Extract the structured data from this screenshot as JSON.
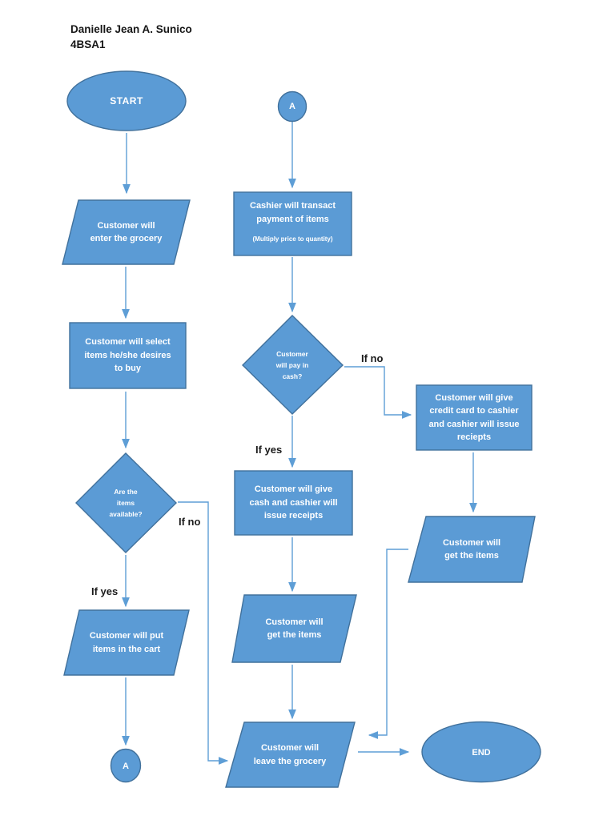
{
  "page": {
    "author": "Danielle Jean A. Sunico\n4BSA1"
  },
  "colors": {
    "shape_fill": "#5b9bd5",
    "shape_border": "#41719c",
    "connector": "#5e9ed6",
    "shape_text": "#ffffff",
    "label_text": "#1b1b1b"
  },
  "nodes": {
    "start": "START",
    "connector_a_top": "A",
    "enter_grocery": "Customer will\nenter the grocery",
    "transact_payment_main": "Cashier will transact\npayment of items",
    "transact_payment_note": "(Multiply price to quantity)",
    "select_items": "Customer will select\nitems he/she desires\nto buy",
    "pay_in_cash": "Customer\nwill pay in\ncash?",
    "give_credit_card": "Customer will give\ncredit card to cashier\nand cashier will issue\nreciepts",
    "give_cash": "Customer will give\ncash and cashier will\nissue receipts",
    "items_available": "Are the\nitems\navailable?",
    "put_items_in_cart": "Customer will put\nitems in the cart",
    "get_items_mid": "Customer will\nget the items",
    "get_items_right": "Customer will\nget the items",
    "leave_grocery": "Customer will\nleave the grocery",
    "end": "END",
    "connector_a_bottom": "A"
  },
  "edge_labels": {
    "pay_no": "If no",
    "pay_yes": "If yes",
    "available_no": "If no",
    "available_yes": "If yes"
  }
}
